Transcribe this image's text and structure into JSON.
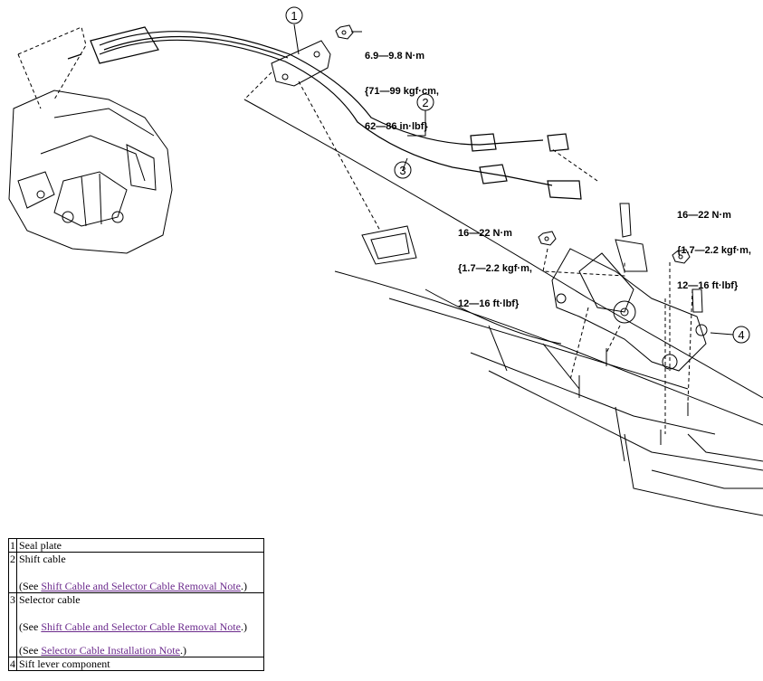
{
  "callouts": [
    "1",
    "2",
    "3",
    "4"
  ],
  "torque_specs": {
    "seal_plate": [
      "6.9—9.8 N·m",
      "{71—99 kgf·cm,",
      "62—86 in·lbf}"
    ],
    "center_nut": [
      "16—22 N·m",
      "{1.7—2.2 kgf·m,",
      "12—16 ft·lbf}"
    ],
    "right_nut": [
      "16—22 N·m",
      "{1.7—2.2 kgf·m,",
      "12—16 ft·lbf}"
    ]
  },
  "parts": [
    {
      "num": "1",
      "name": "Seal plate"
    },
    {
      "num": "2",
      "name": "Shift cable",
      "refs": [
        {
          "prefix": "(See ",
          "link": "Shift Cable and Selector Cable Removal Note",
          "suffix": ".)"
        }
      ]
    },
    {
      "num": "3",
      "name": "Selector cable",
      "refs": [
        {
          "prefix": "(See ",
          "link": "Shift Cable and Selector Cable Removal Note",
          "suffix": ".)"
        },
        {
          "prefix": "(See ",
          "link": "Selector Cable Installation Note",
          "suffix": ".)"
        }
      ]
    },
    {
      "num": "4",
      "name": "Sift lever component"
    }
  ]
}
